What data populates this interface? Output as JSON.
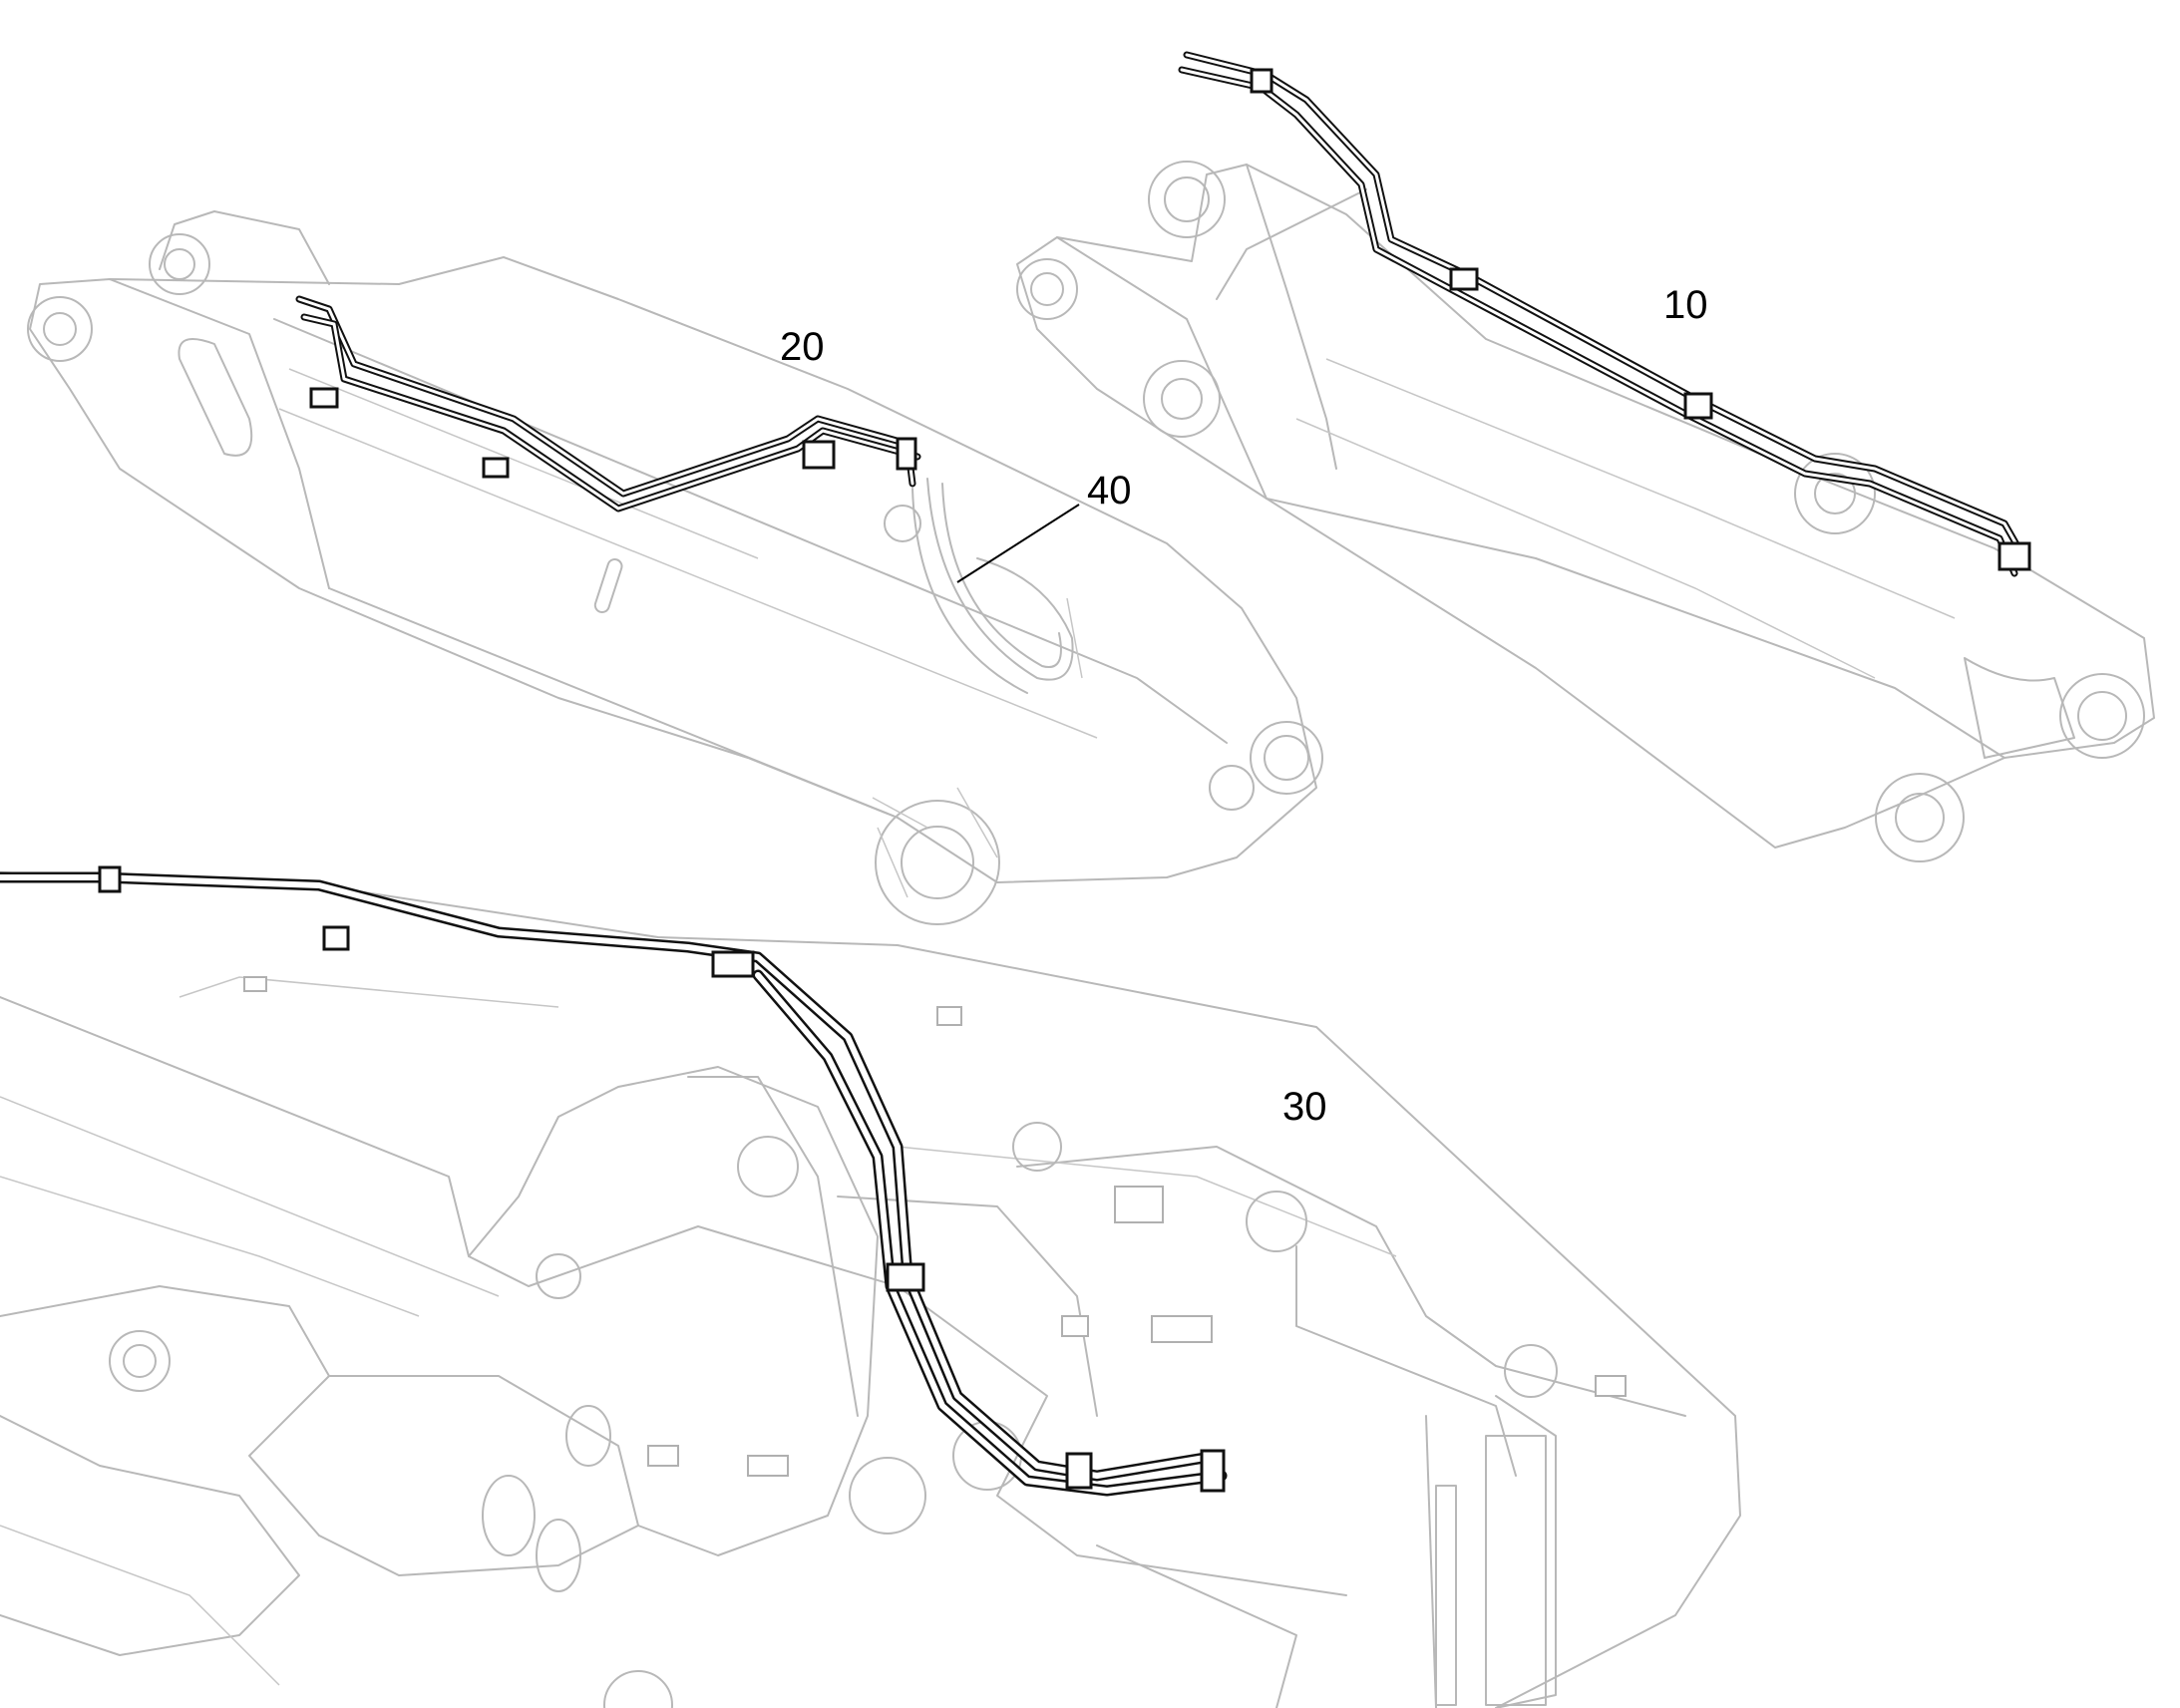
{
  "callouts": {
    "c10": "10",
    "c20": "20",
    "c30": "30",
    "c40": "40"
  },
  "colors": {
    "frame_lines": "#b8b8b8",
    "hoses": "#111111",
    "background": "#ffffff"
  }
}
